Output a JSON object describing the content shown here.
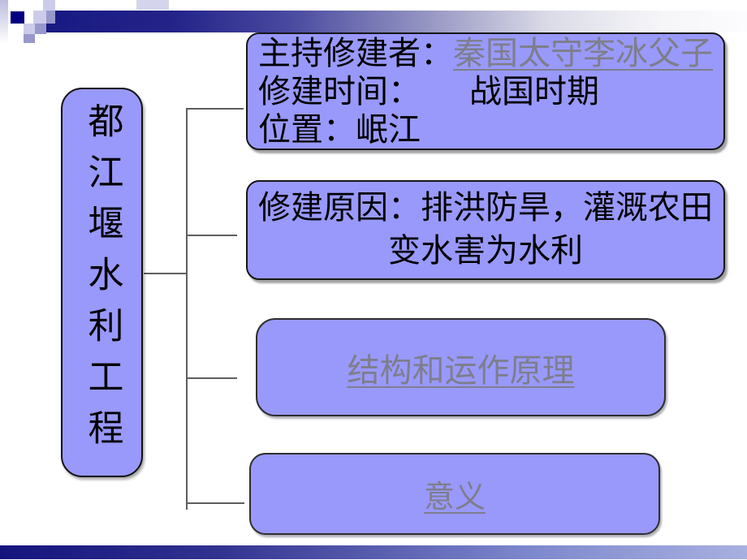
{
  "root": {
    "label": "都江堰水利工程"
  },
  "info": {
    "builder_label": "主持修建者：",
    "builder_link": "秦国太守李冰父子",
    "time_line": "修建时间：　　战国时期",
    "location_line": "位置：岷江"
  },
  "reason": {
    "line1": "修建原因：排洪防旱，灌溉农田",
    "line2": "变水害为水利"
  },
  "structure": {
    "link": "结构和运作原理"
  },
  "meaning": {
    "link": "意义"
  },
  "colors": {
    "node_fill": "#9999fc",
    "link_gray": "#7e7e8c",
    "bar_navy": "#191983",
    "deco_navy": "#000080",
    "deco_lavender": "#ccccea",
    "deco_purple": "#9898cc"
  }
}
